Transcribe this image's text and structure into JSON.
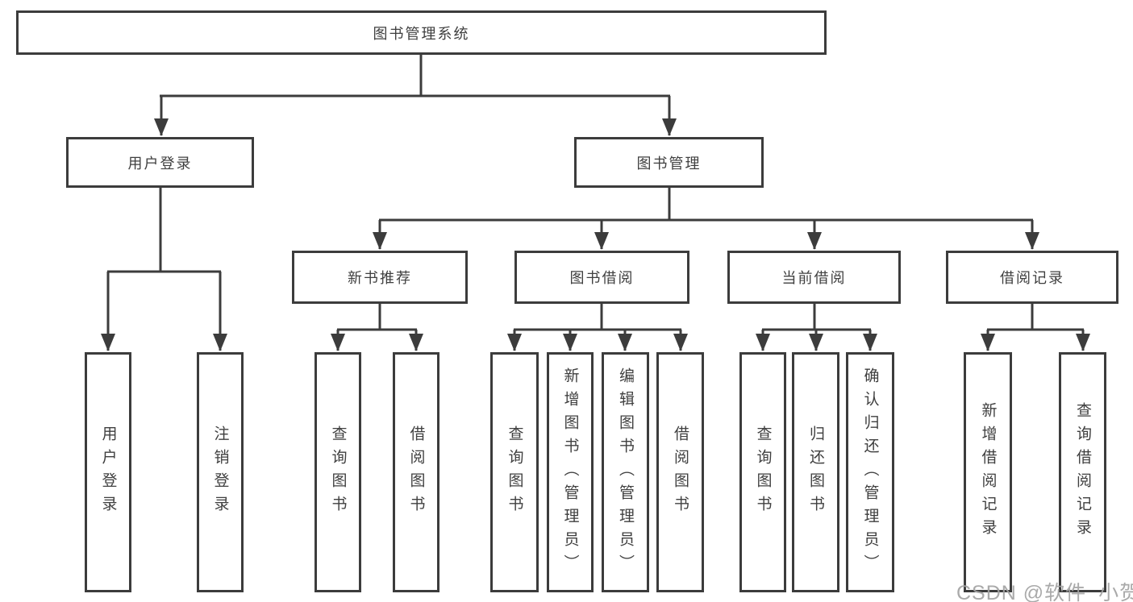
{
  "diagram": {
    "root": {
      "label": "图书管理系统"
    },
    "level2": [
      {
        "label": "用户登录"
      },
      {
        "label": "图书管理"
      }
    ],
    "level3": [
      {
        "label": "新书推荐"
      },
      {
        "label": "图书借阅"
      },
      {
        "label": "当前借阅"
      },
      {
        "label": "借阅记录"
      }
    ],
    "leaves": {
      "user_login": [
        {
          "label": "用户登录"
        },
        {
          "label": "注销登录"
        }
      ],
      "new_books": [
        {
          "label": "查询图书"
        },
        {
          "label": "借阅图书"
        }
      ],
      "book_borrowing": [
        {
          "label": "查询图书"
        },
        {
          "label": "新增图书（管理员）"
        },
        {
          "label": "编辑图书（管理员）"
        },
        {
          "label": "借阅图书"
        }
      ],
      "current_borrowing": [
        {
          "label": "查询图书"
        },
        {
          "label": "归还图书"
        },
        {
          "label": "确认归还（管理员）"
        }
      ],
      "borrowing_records": [
        {
          "label": "新增借阅记录"
        },
        {
          "label": "查询借阅记录"
        }
      ]
    }
  },
  "watermark": {
    "text": "CSDN @软件_小贺同学"
  },
  "colors": {
    "line": "#3c3c3c",
    "text": "#3f3f3f",
    "watermark": "#a3a3a3",
    "background": "#ffffff"
  }
}
